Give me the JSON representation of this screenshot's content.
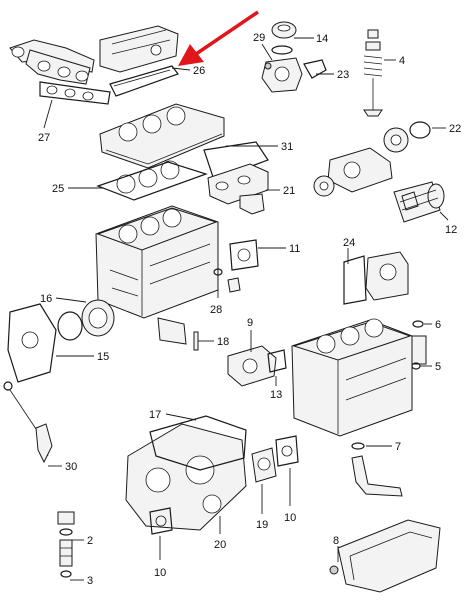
{
  "callouts": {
    "c2": "2",
    "c3": "3",
    "c4": "4",
    "c5": "5",
    "c6": "6",
    "c7": "7",
    "c8": "8",
    "c9": "9",
    "c10a": "10",
    "c10b": "10",
    "c11": "11",
    "c12": "12",
    "c13": "13",
    "c14": "14",
    "c15": "15",
    "c16": "16",
    "c17": "17",
    "c18": "18",
    "c19": "19",
    "c20": "20",
    "c21": "21",
    "c22": "22",
    "c23": "23",
    "c24": "24",
    "c25": "25",
    "c26": "26",
    "c27": "27",
    "c28": "28",
    "c29": "29",
    "c30": "30",
    "c31": "31"
  },
  "highlight": {
    "target": "26",
    "color": "#e0161b"
  }
}
